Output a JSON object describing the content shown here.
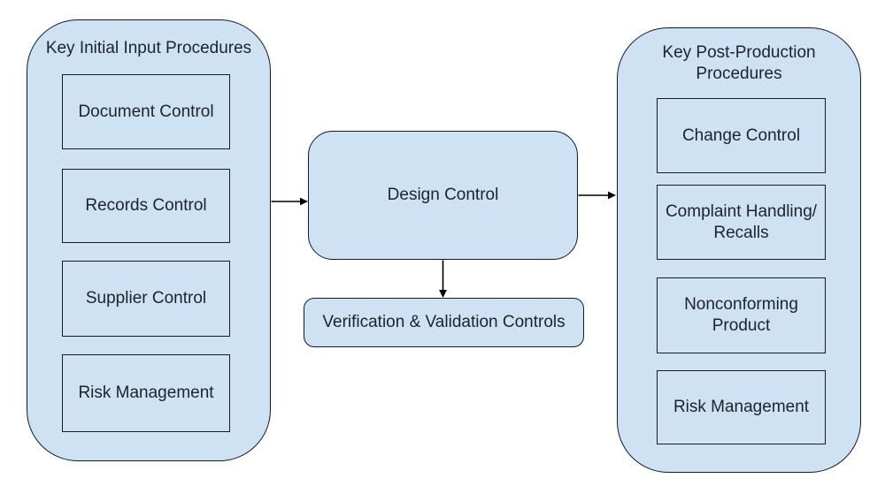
{
  "left_group": {
    "title": "Key Initial Input Procedures",
    "items": [
      "Document Control",
      "Records Control",
      "Supplier Control",
      "Risk Management"
    ]
  },
  "center": {
    "design_label": "Design Control",
    "verification_label": "Verification & Validation Controls"
  },
  "right_group": {
    "title": "Key Post-Production Procedures",
    "items": [
      "Change Control",
      "Complaint Handling/ Recalls",
      "Nonconforming Product",
      "Risk Management"
    ]
  },
  "colors": {
    "bg": "#ffffff",
    "node_fill": "#cfe2f3",
    "node_border": "#101c2c",
    "text": "#1b2330",
    "arrow": "#000000"
  }
}
